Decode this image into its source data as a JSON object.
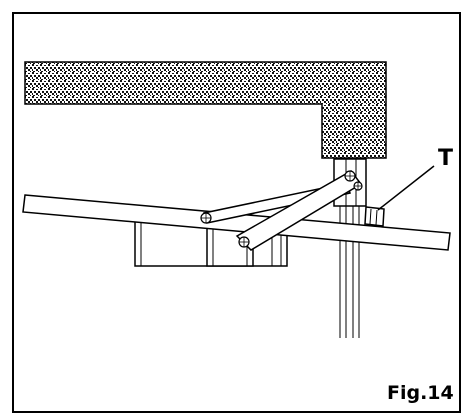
{
  "figure": {
    "label": "Fig.14",
    "callouts": [
      {
        "id": "T",
        "text": "T"
      }
    ]
  },
  "colors": {
    "ink": "#000000",
    "paper": "#ffffff",
    "speckle": "#111111"
  }
}
